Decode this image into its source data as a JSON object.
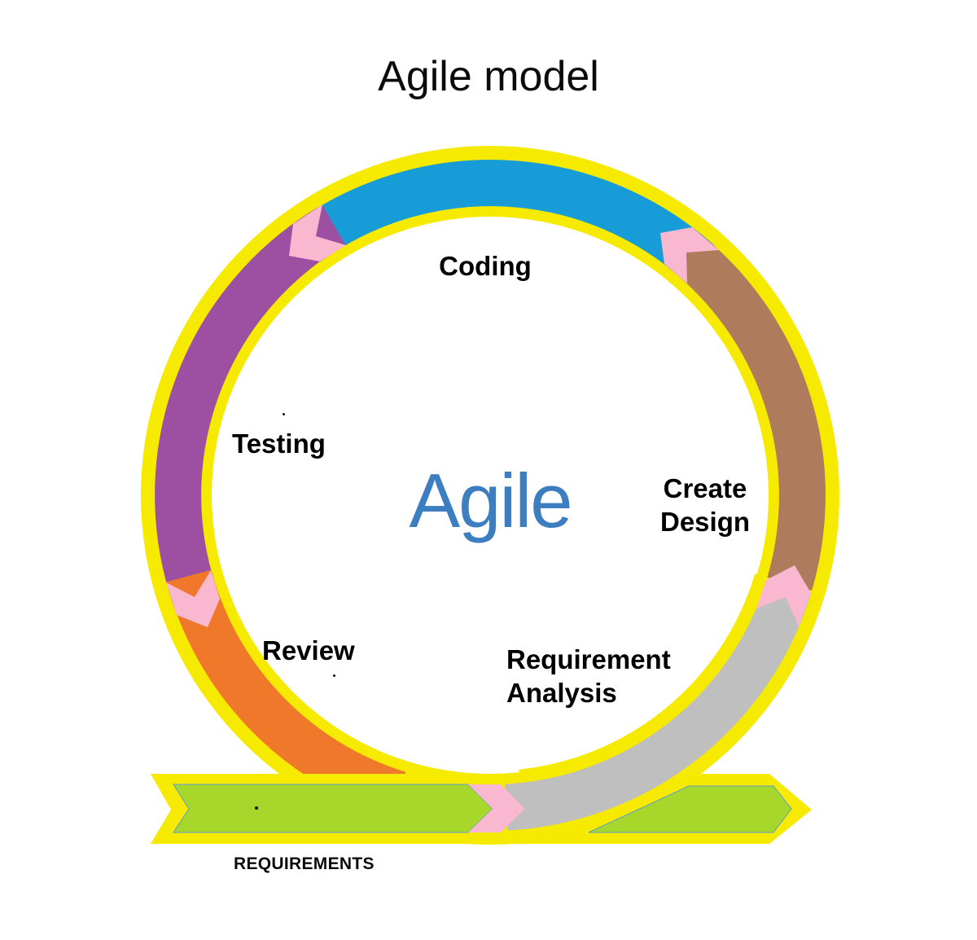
{
  "title": "Agile model",
  "center_label": "Agile",
  "requirements_label": "REQUIREMENTS",
  "phases": [
    {
      "id": "coding",
      "label": "Coding",
      "lines": [
        "Coding"
      ],
      "color": "#189CD8"
    },
    {
      "id": "testing",
      "label": "Testing",
      "lines": [
        "Testing"
      ],
      "color": "#9D4FA1"
    },
    {
      "id": "review",
      "label": "Review",
      "lines": [
        "Review"
      ],
      "color": "#F0782A"
    },
    {
      "id": "create-design",
      "label": "Create Design",
      "lines": [
        "Create",
        "Design"
      ],
      "color": "#AE7B5C"
    },
    {
      "id": "requirement-analysis",
      "label": "Requirement Analysis",
      "lines": [
        "Requirement",
        "Analysis"
      ],
      "color": "#BFBFBF"
    }
  ],
  "colors": {
    "ring_outline": "#F6EA00",
    "junction_chevron": "#F9B8CF",
    "requirements_bar": "#A8D72B",
    "center_text": "#3C7EBF",
    "label_text": "#000000",
    "shape_edge": "#5B9BD5",
    "background": "#FFFFFF"
  }
}
